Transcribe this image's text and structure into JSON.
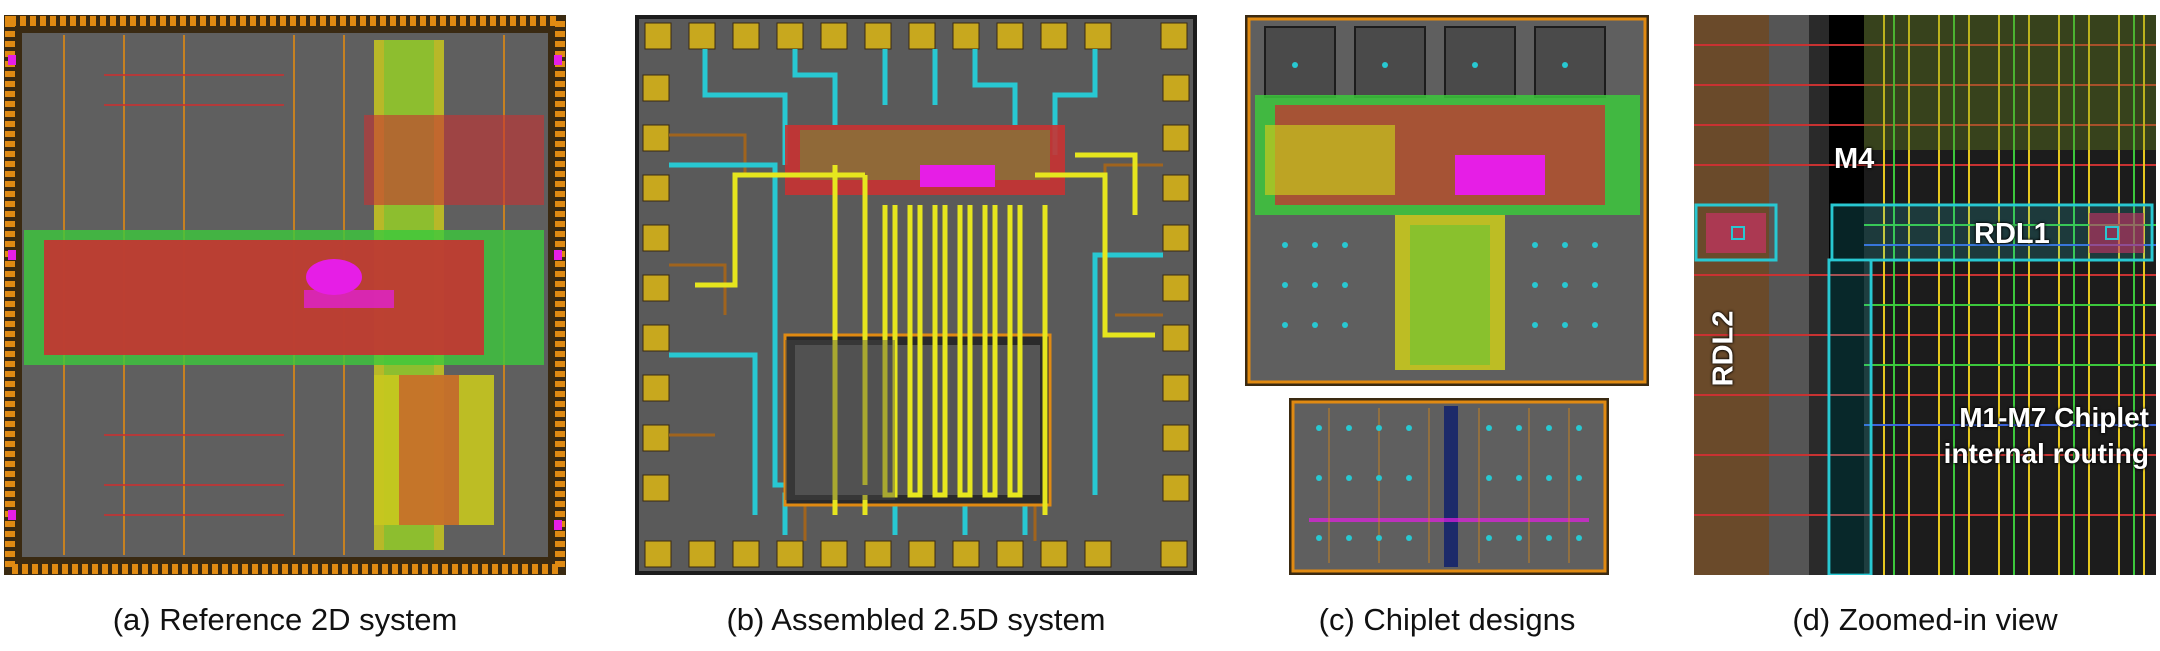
{
  "captions": {
    "a": "(a) Reference 2D system",
    "b": "(b) Assembled 2.5D system",
    "c": "(c) Chiplet designs",
    "d": "(d) Zoomed-in view"
  },
  "zoom_labels": {
    "m4": "M4",
    "rdl1": "RDL1",
    "rdl2": "RDL2",
    "chiplet_line1": "M1-M7 Chiplet",
    "chiplet_line2": "internal routing"
  },
  "colors": {
    "background": "#5a5a5a",
    "pad": "#d4b41e",
    "io_ring": "#e08a12",
    "red_routing": "#c83232",
    "green_routing": "#3cc83c",
    "yellow_routing": "#e6e61e",
    "magenta": "#e61ee6",
    "cyan_rdl": "#28c8d2",
    "dark": "#1c1c1c"
  }
}
